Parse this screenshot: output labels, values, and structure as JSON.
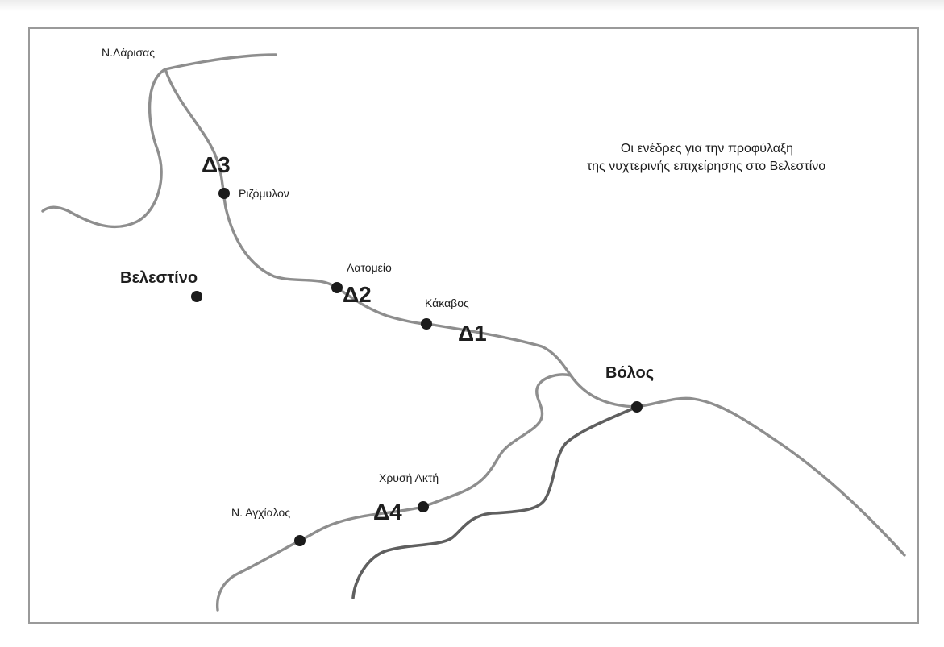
{
  "map": {
    "caption_line1": "Οι ενέδρες για την προφύλαξη",
    "caption_line2": "της νυχτερινής επιχείρησης στο Βελεστίνο",
    "places": {
      "n_larisas": "Ν.Λάρισας",
      "rizomylon": "Ριζόμυλον",
      "velestino": "Βελεστίνο",
      "latomeio": "Λατομείο",
      "kakavos": "Κάκαβος",
      "volos": "Βόλος",
      "chrysi_akti": "Χρυσή Ακτή",
      "n_anchialos": "Ν. Αγχίαλος"
    },
    "ambushes": {
      "d1": "Δ1",
      "d2": "Δ2",
      "d3": "Δ3",
      "d4": "Δ4"
    },
    "colors": {
      "road_light": "#8e8e8e",
      "road_dark": "#5f5f5f",
      "dot": "#1b1b1b",
      "frame": "#9a9a9a"
    }
  }
}
